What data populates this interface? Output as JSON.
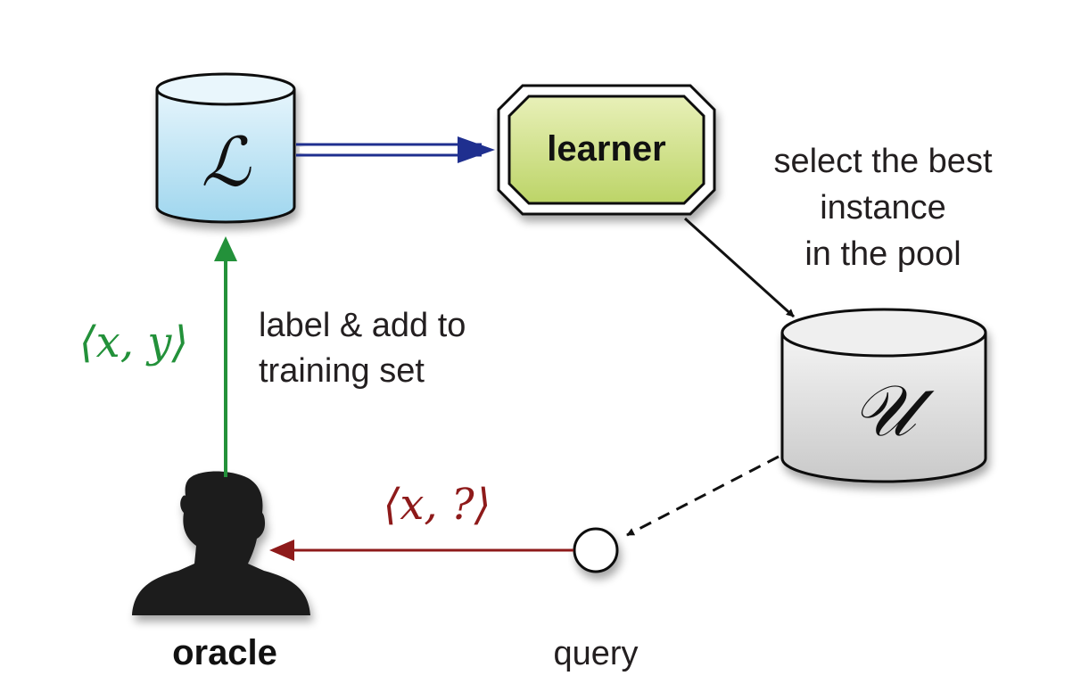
{
  "nodes": {
    "labeled_set": {
      "symbol": "ℒ"
    },
    "learner": {
      "label": "learner"
    },
    "unlabeled_pool": {
      "symbol": "𝒰"
    },
    "query": {
      "label": "query"
    },
    "oracle": {
      "label": "oracle"
    }
  },
  "edges": {
    "select": {
      "label_lines": [
        "select the best",
        "instance",
        "in the pool"
      ]
    },
    "label_add": {
      "label_lines": [
        "label & add to",
        "training set"
      ]
    },
    "labeled_pair": {
      "label": "⟨x, y⟩"
    },
    "query_pair": {
      "label": "⟨x, ?⟩"
    }
  },
  "colors": {
    "labeled_set_top": "#e2f3fb",
    "labeled_set_body": "#a9dbf0",
    "learner_fill": "#cfe08a",
    "pool_fill": "#d6d6d6",
    "blue_arrow": "#1f2f8f",
    "green_arrow": "#23913a",
    "red_arrow": "#8e1a1a",
    "text": "#231f20"
  }
}
